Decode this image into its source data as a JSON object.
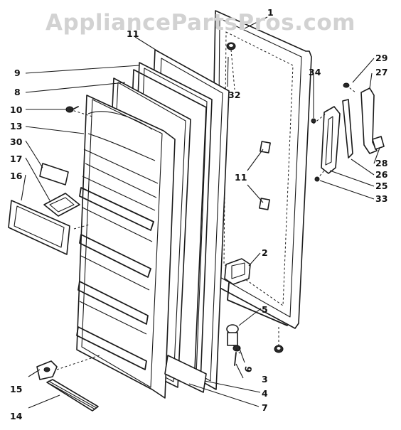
{
  "watermark": "AppliancePartsPros.com",
  "callouts": {
    "c1": "1",
    "c2": "2",
    "c3": "3",
    "c4": "4",
    "c5": "5",
    "c6": "6",
    "c7": "7",
    "c8": "8",
    "c9": "9",
    "c10": "10",
    "c11a": "11",
    "c11b": "11",
    "c13": "13",
    "c14": "14",
    "c15": "15",
    "c16": "16",
    "c17": "17",
    "c25": "25",
    "c26": "26",
    "c27": "27",
    "c28": "28",
    "c29": "29",
    "c30": "30",
    "c32": "32",
    "c33": "33",
    "c34": "34"
  }
}
